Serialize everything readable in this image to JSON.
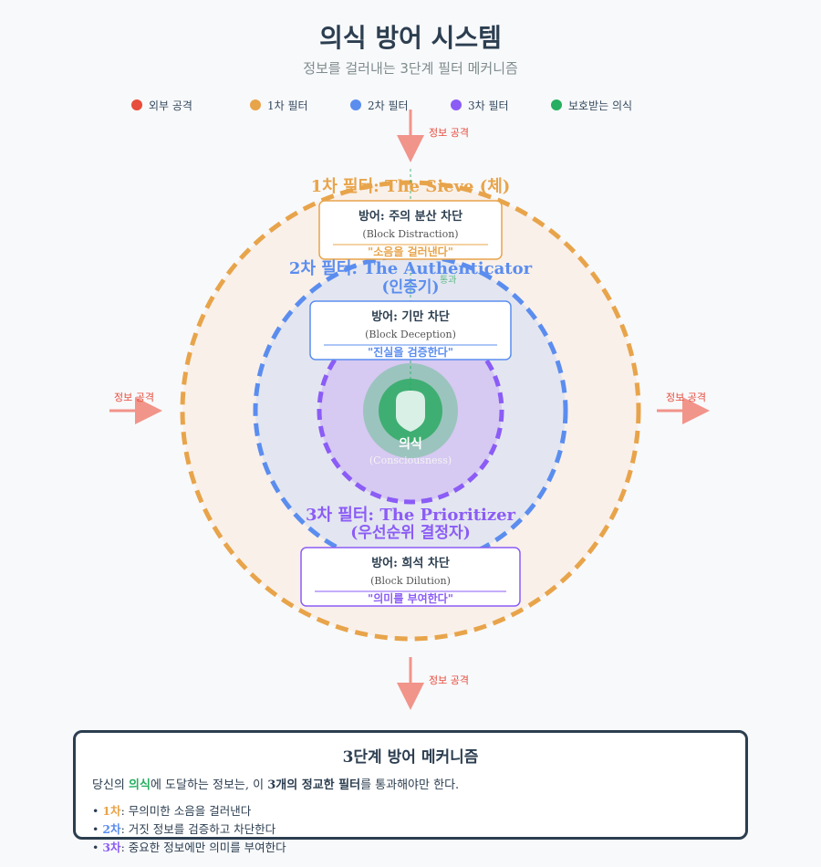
{
  "header": {
    "title": "의식 방어 시스템",
    "subtitle": "정보를 걸러내는 3단계 필터 메커니즘"
  },
  "legend": [
    {
      "label": "외부 공격",
      "color": "#e74c3c"
    },
    {
      "label": "1차 필터",
      "color": "#e8a44a"
    },
    {
      "label": "2차 필터",
      "color": "#5b8def"
    },
    {
      "label": "3차 필터",
      "color": "#8b5cf6"
    },
    {
      "label": "보호받는 의식",
      "color": "#27ae60"
    }
  ],
  "attacks": {
    "top": "정보 공격",
    "left": "정보 공격",
    "right": "정보 공격",
    "bottom": "정보 공격"
  },
  "pass_label": "통과",
  "filter1": {
    "title": "1차 필터: The Sieve (체)",
    "box_title": "방어: 주의 분산 차단",
    "box_sub": "(Block Distraction)",
    "box_quote": "\"소음을 걸러낸다\"",
    "color": "#e8a44a"
  },
  "filter2": {
    "title_line1": "2차 필터: The Authenticator",
    "title_line2": "(인증기)",
    "box_title": "방어: 기만 차단",
    "box_sub": "(Block Deception)",
    "box_quote": "\"진실을 검증한다\"",
    "color": "#5b8def"
  },
  "filter3": {
    "title_line1": "3차 필터: The Prioritizer",
    "title_line2": "(우선순위 결정자)",
    "box_title": "방어: 희석 차단",
    "box_sub": "(Block Dilution)",
    "box_quote": "\"의미를 부여한다\"",
    "color": "#8b5cf6"
  },
  "core": {
    "label": "의식",
    "sub": "(Consciousness)",
    "color": "#27ae60"
  },
  "summary": {
    "title": "3단계 방어 메커니즘",
    "text_prefix": "당신의 ",
    "text_highlight": "의식",
    "text_mid": "에 도달하는 정보는, 이 ",
    "text_bold": "3개의 정교한 필터",
    "text_suffix": "를 통과해야만 한다.",
    "items": [
      {
        "bullet": "• ",
        "key": "1차",
        "text": ": 무의미한 소음을 걸러낸다"
      },
      {
        "bullet": "• ",
        "key": "2차",
        "text": ": 거짓 정보를 검증하고 차단한다"
      },
      {
        "bullet": "• ",
        "key": "3차",
        "text": ": 중요한 정보에만 의미를 부여한다"
      }
    ]
  }
}
